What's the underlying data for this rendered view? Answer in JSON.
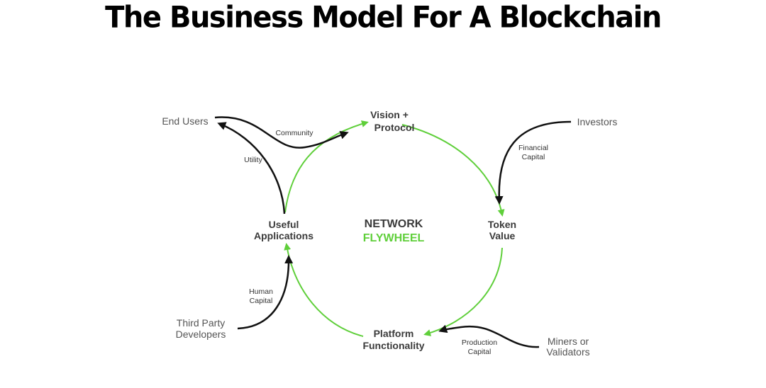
{
  "title": "The Business Model For A Blockchain",
  "colors": {
    "accent_green": "#5fcf3a",
    "arrow_black": "#111111",
    "node_text": "#3a3a3a",
    "actor_text": "#555555"
  },
  "center": {
    "line1": "NETWORK",
    "line2": "FLYWHEEL"
  },
  "nodes": {
    "vision": {
      "line1": "Vision +",
      "line2": "Protocol"
    },
    "token": {
      "line1": "Token",
      "line2": "Value"
    },
    "platform": {
      "line1": "Platform",
      "line2": "Functionality"
    },
    "apps": {
      "line1": "Useful",
      "line2": "Applications"
    }
  },
  "actors": {
    "end_users": {
      "line1": "End Users"
    },
    "investors": {
      "line1": "Investors"
    },
    "miners": {
      "line1": "Miners or",
      "line2": "Validators"
    },
    "developers": {
      "line1": "Third Party",
      "line2": "Developers"
    }
  },
  "flows": {
    "community": {
      "line1": "Community"
    },
    "utility": {
      "line1": "Utility"
    },
    "financial": {
      "line1": "Financial",
      "line2": "Capital"
    },
    "production": {
      "line1": "Production",
      "line2": "Capital"
    },
    "human": {
      "line1": "Human",
      "line2": "Capital"
    }
  }
}
